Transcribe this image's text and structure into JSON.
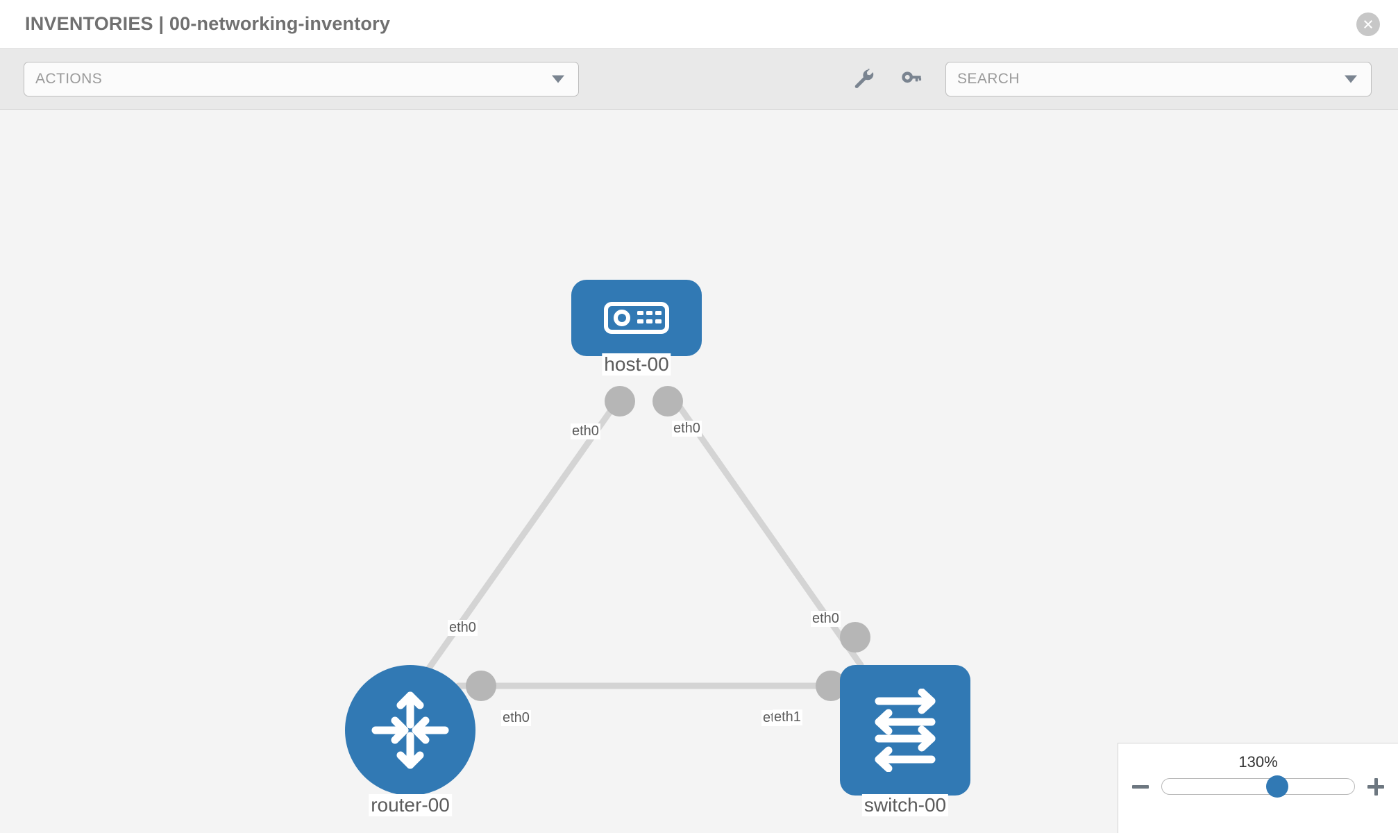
{
  "header": {
    "title": "INVENTORIES | 00-networking-inventory",
    "close_icon": "close-circle-icon"
  },
  "toolbar": {
    "actions_label": "ACTIONS",
    "actions_caret": "chevron-down-icon",
    "wrench_icon": "wrench-icon",
    "key_icon": "key-icon",
    "search_placeholder": "SEARCH",
    "search_caret": "chevron-down-icon"
  },
  "topology": {
    "accent_color": "#3179b4",
    "link_color": "#d4d4d4",
    "endpoint_color": "#b6b6b6",
    "canvas_color": "#f4f4f4",
    "nodes": [
      {
        "id": "host-00",
        "label": "host-00",
        "type": "host",
        "icon": "server-icon"
      },
      {
        "id": "router-00",
        "label": "router-00",
        "type": "router",
        "icon": "router-arrows-icon"
      },
      {
        "id": "switch-00",
        "label": "switch-00",
        "type": "switch",
        "icon": "switch-arrows-icon"
      }
    ],
    "interfaces": {
      "host_left": "eth0",
      "host_right": "eth0",
      "router_up": "eth0",
      "switch_up": "eth0",
      "router_right": "eth0",
      "switch_left_a": "eth0",
      "switch_left_b": "eth1"
    }
  },
  "zoom_control": {
    "value": "130%",
    "minus_label": "minus-icon",
    "plus_label": "plus-icon"
  }
}
